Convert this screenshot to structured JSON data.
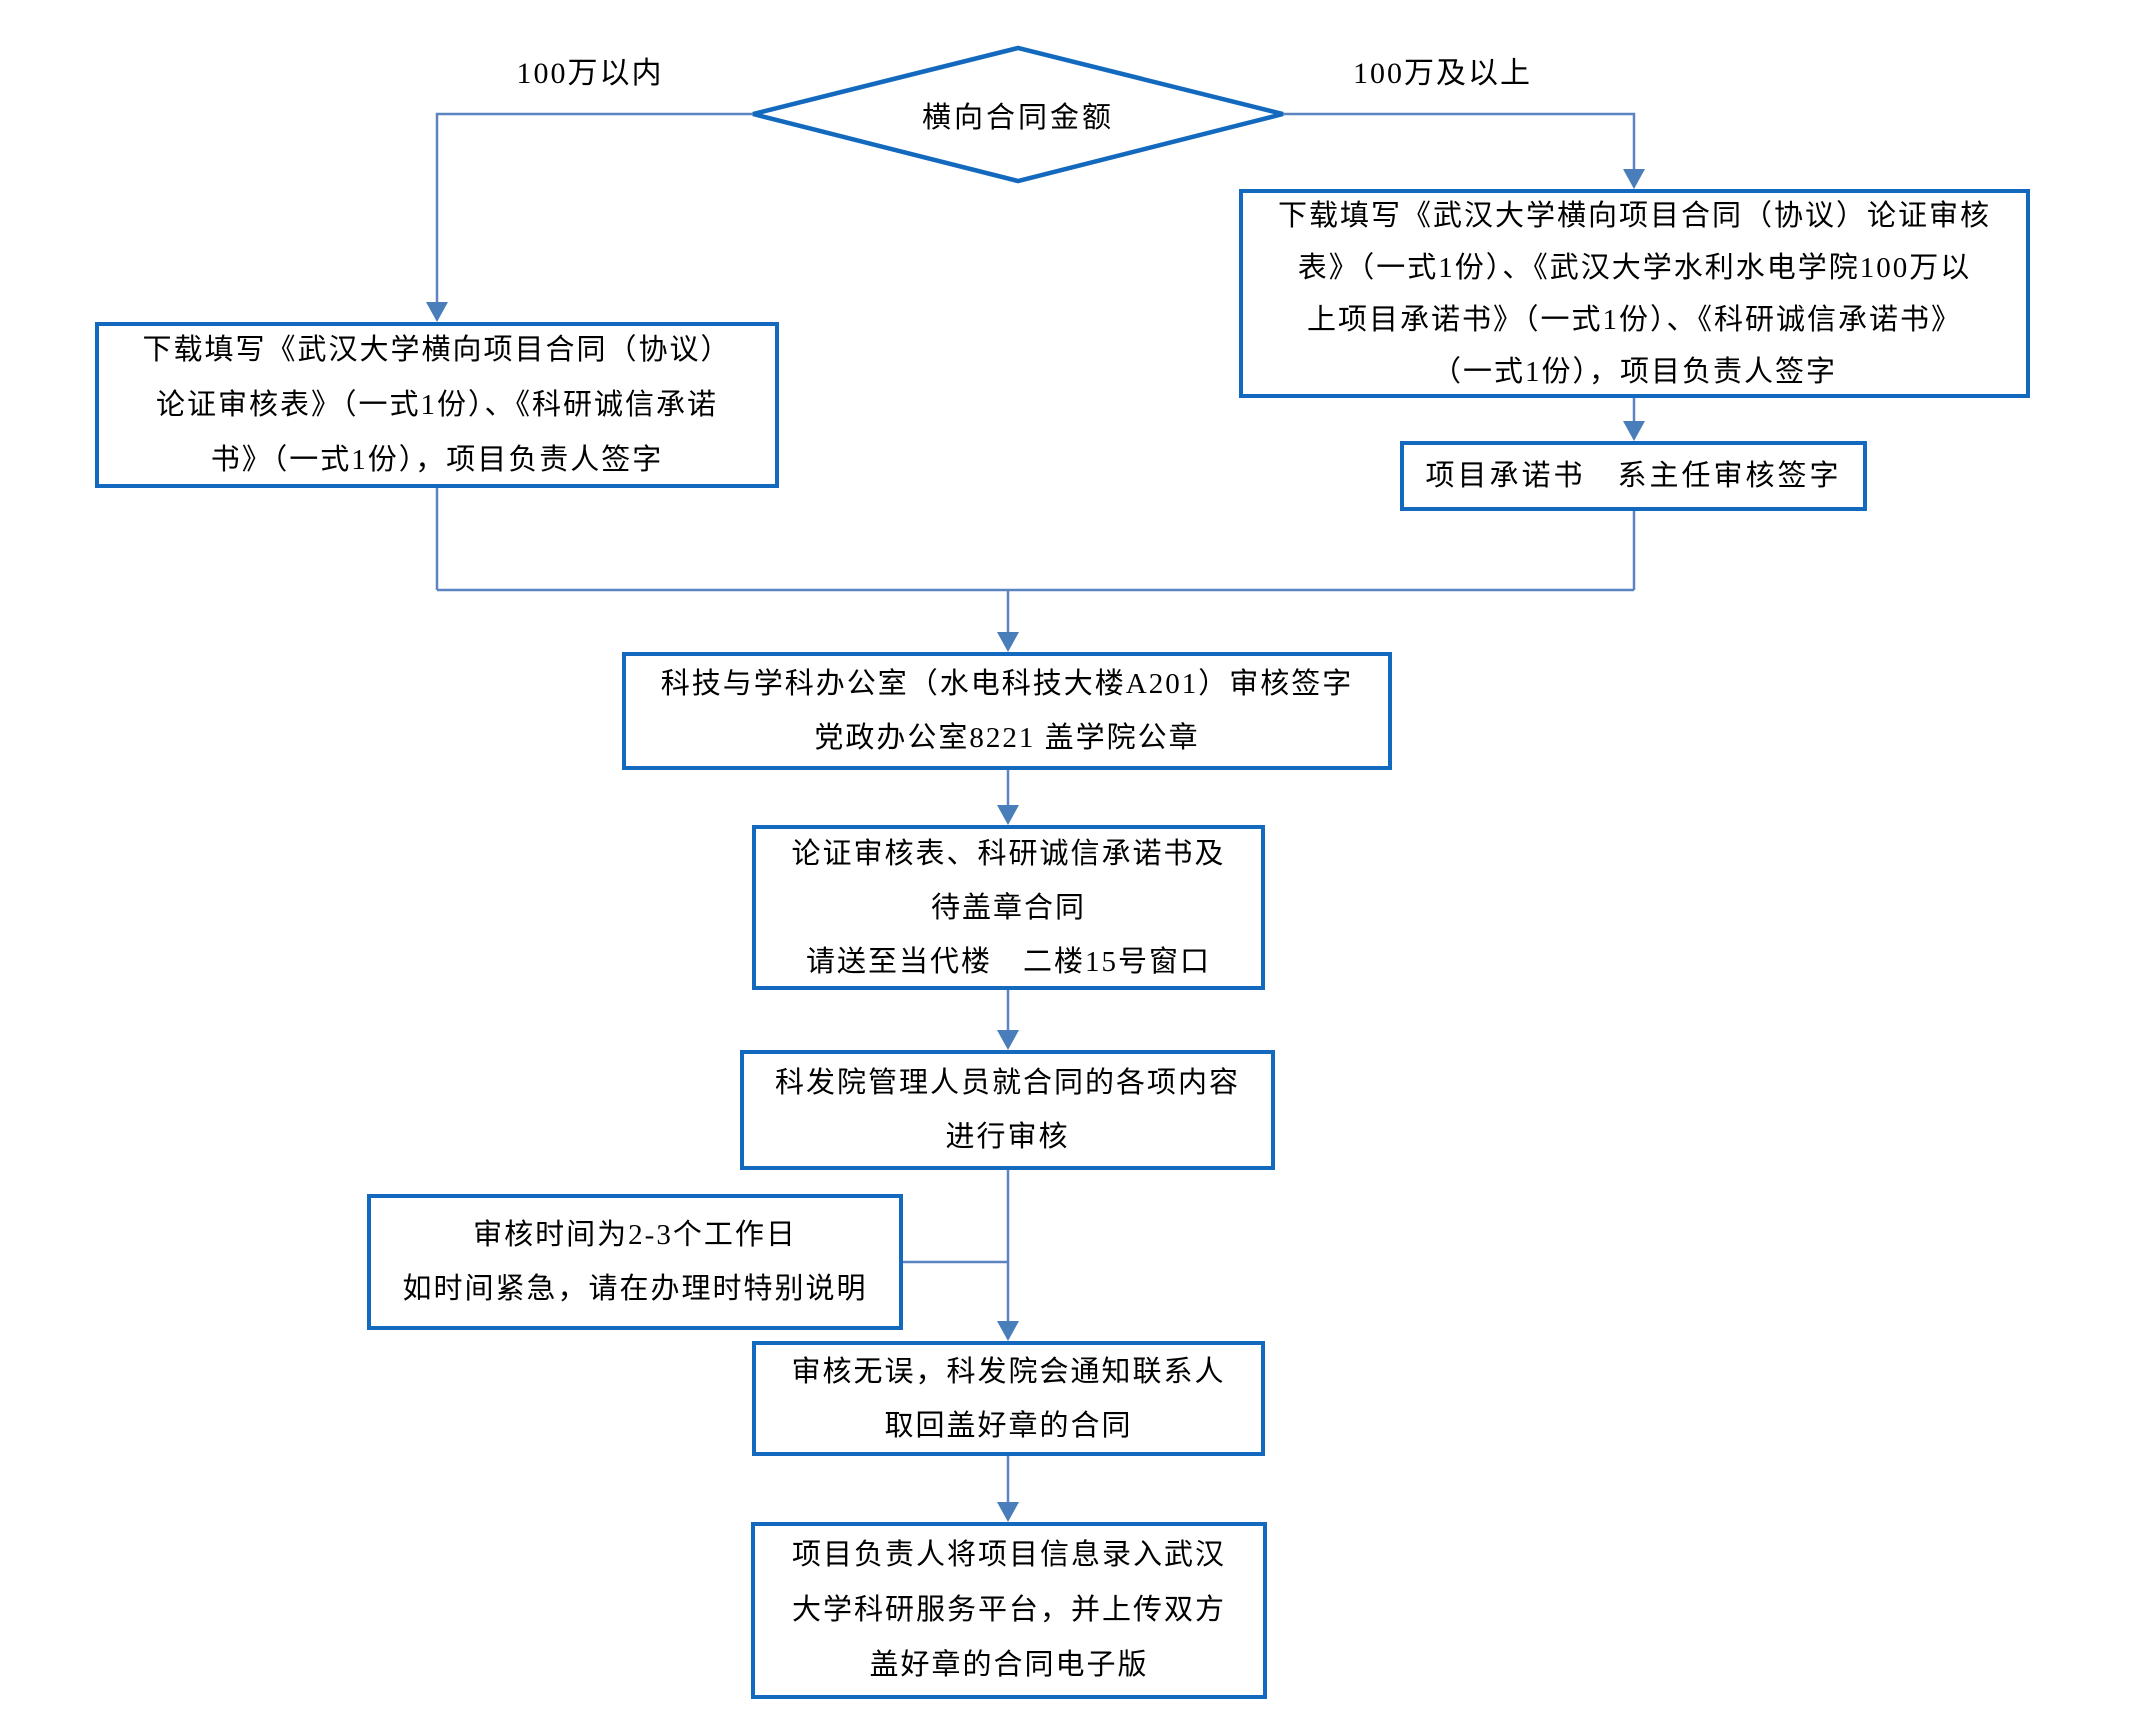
{
  "colors": {
    "box_border": "#1269be",
    "connector_line": "#5b84c1",
    "arrowhead": "#4a7ebb",
    "text": "#000000",
    "background": "#ffffff"
  },
  "decision": {
    "label": "横向合同金额",
    "branch_left": "100万以内",
    "branch_right": "100万及以上"
  },
  "boxes": [
    {
      "id": "download-under-1m",
      "text": "下载填写《武汉大学横向项目合同（协议）\n论证审核表》（一式1份）、《科研诚信承诺\n书》（一式1份），项目负责人签字"
    },
    {
      "id": "download-over-1m",
      "text": "下载填写《武汉大学横向项目合同（协议）论证审核\n表》（一式1份）、《武汉大学水利水电学院100万以\n上项目承诺书》（一式1份）、《科研诚信承诺书》\n（一式1份），项目负责人签字"
    },
    {
      "id": "promise-dept-head-sign",
      "text": "项目承诺书　系主任审核签字"
    },
    {
      "id": "office-review-seal",
      "text": "科技与学科办公室（水电科技大楼A201）审核签字\n党政办公室8221 盖学院公章"
    },
    {
      "id": "send-to-window",
      "text": "论证审核表、科研诚信承诺书及\n待盖章合同\n请送至当代楼　二楼15号窗口"
    },
    {
      "id": "kfy-content-review",
      "text": "科发院管理人员就合同的各项内容\n进行审核"
    },
    {
      "id": "review-time-note",
      "text": "审核时间为2-3个工作日\n如时间紧急，请在办理时特别说明"
    },
    {
      "id": "pickup-sealed-contract",
      "text": "审核无误，科发院会通知联系人\n取回盖好章的合同"
    },
    {
      "id": "upload-to-platform",
      "text": "项目负责人将项目信息录入武汉\n大学科研服务平台，并上传双方\n盖好章的合同电子版"
    }
  ]
}
